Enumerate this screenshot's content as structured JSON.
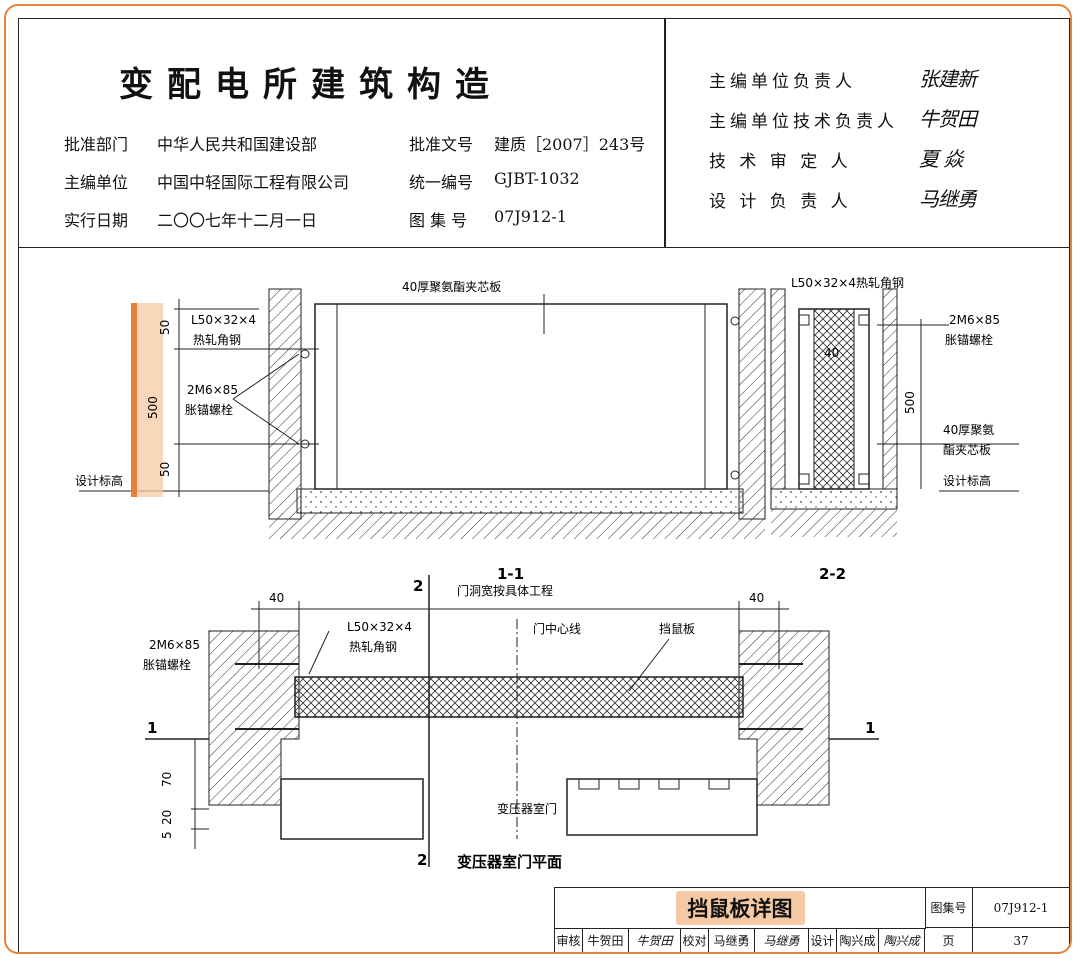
{
  "header": {
    "title": "变配电所建筑构造",
    "approve_dept_label": "批准部门",
    "approve_dept": "中华人民共和国建设部",
    "editor_unit_label": "主编单位",
    "editor_unit": "中国中轻国际工程有限公司",
    "effective_date_label": "实行日期",
    "effective_date": "二〇〇七年十二月一日",
    "approve_doc_label": "批准文号",
    "approve_doc": "建质［2007］243号",
    "unified_no_label": "统一编号",
    "unified_no": "GJBT-1032",
    "atlas_no_label": "图 集 号",
    "atlas_no": "07J912-1",
    "roles": [
      {
        "label": "主编单位负责人",
        "signature": "张建新"
      },
      {
        "label": "主编单位技术负责人",
        "signature": "牛贺田"
      },
      {
        "label": "技 术 审 定 人",
        "signature": "夏 焱"
      },
      {
        "label": "设 计 负 责 人",
        "signature": "马继勇"
      }
    ]
  },
  "drawing": {
    "section11": {
      "panel_label": "40厚聚氨酯夹芯板",
      "angle": "L50×32×4",
      "angle_desc": "热轧角钢",
      "bolt": "2M6×85",
      "bolt_desc": "胀锚螺栓",
      "dim_top": "50",
      "dim_total": "500",
      "dim_bottom": "50",
      "datum": "设计标高",
      "caption": "1-1"
    },
    "section22": {
      "angle_label": "L50×32×4热轧角钢",
      "bolt": "2M6×85",
      "bolt_desc": "胀锚螺栓",
      "dim_width": "40",
      "dim_height": "500",
      "panel_label_1": "40厚聚氨",
      "panel_label_2": "酯夹芯板",
      "datum": "设计标高",
      "caption": "2-2"
    },
    "plan": {
      "opening": "门洞宽按具体工程",
      "dim_left": "40",
      "dim_right": "40",
      "bolt": "2M6×85",
      "bolt_desc": "胀锚螺栓",
      "angle": "L50×32×4",
      "angle_desc": "热轧角钢",
      "center": "门中心线",
      "board": "挡鼠板",
      "door": "变压器室门",
      "dim_70": "70",
      "dim_20": "20",
      "dim_5": "5",
      "sec_mark_1": "1",
      "sec_mark_2": "2",
      "caption": "变压器室门平面"
    }
  },
  "titleblock": {
    "title": "挡鼠板详图",
    "atlas_label": "图集号",
    "atlas_no": "07J912-1",
    "page_label": "页",
    "page_no": "37",
    "review_label": "审核",
    "reviewer": "牛贺田",
    "reviewer_sig": "牛贺田",
    "check_label": "校对",
    "checker": "马继勇",
    "checker_sig": "马继勇",
    "design_label": "设计",
    "designer": "陶兴成",
    "designer_sig": "陶兴成"
  },
  "colors": {
    "accent": "#e4823a",
    "highlight": "#f5c9a4"
  }
}
